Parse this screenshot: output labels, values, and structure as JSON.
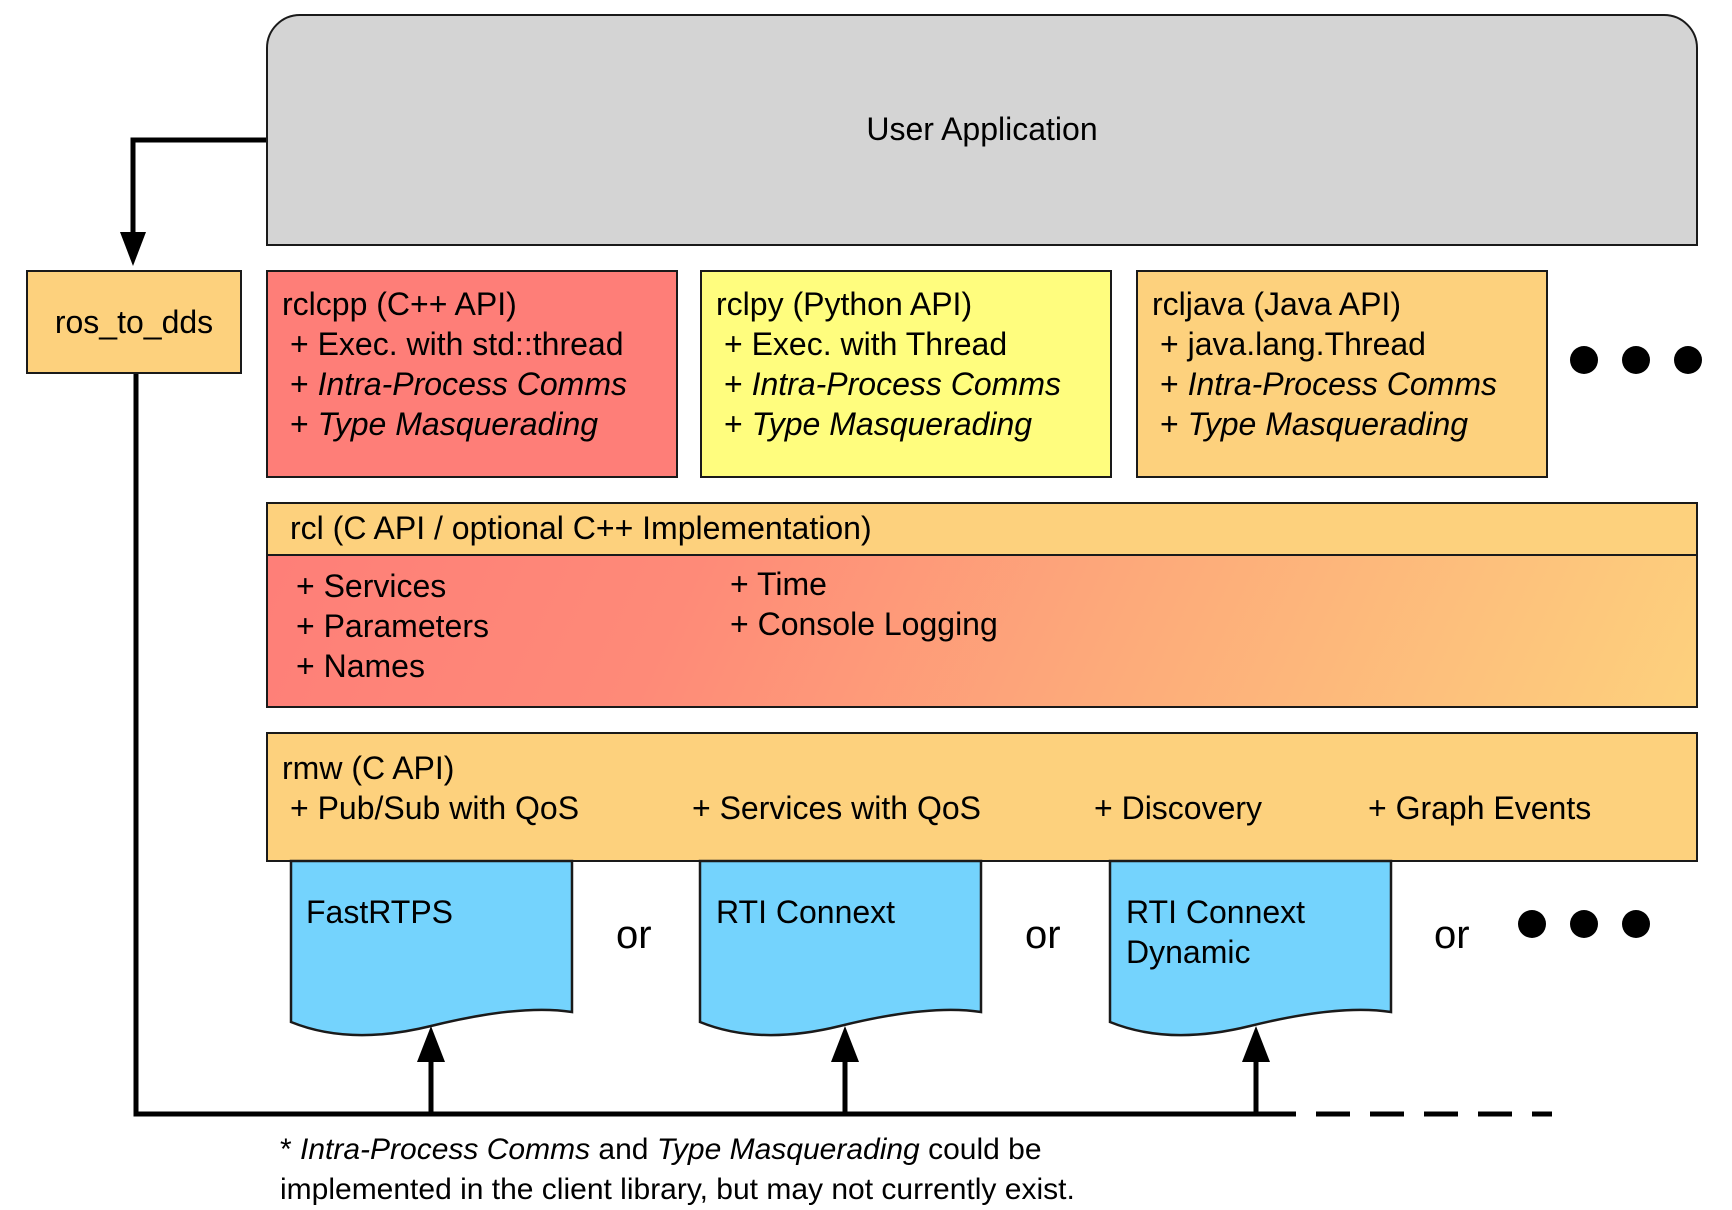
{
  "user_application": {
    "label": "User Application"
  },
  "ros_to_dds": {
    "label": "ros_to_dds"
  },
  "clients": [
    {
      "title": "rclcpp (C++ API)",
      "items": [
        "+ Exec. with std::thread"
      ],
      "italic_items": [
        "Intra-Process Comms",
        "Type Masquerading"
      ]
    },
    {
      "title": "rclpy (Python API)",
      "items": [
        "+ Exec. with Thread"
      ],
      "italic_items": [
        "Intra-Process Comms",
        "Type Masquerading"
      ]
    },
    {
      "title": "rcljava (Java API)",
      "items": [
        "+ java.lang.Thread"
      ],
      "italic_items": [
        "Intra-Process Comms",
        "Type Masquerading"
      ]
    }
  ],
  "rcl": {
    "title": "rcl (C API / optional C++ Implementation)",
    "col1": [
      "+ Services",
      "+ Parameters",
      "+ Names"
    ],
    "col2": [
      "+ Time",
      "+ Console Logging"
    ]
  },
  "rmw": {
    "title": "rmw (C API)",
    "items": [
      "+ Pub/Sub with QoS",
      "+ Services with QoS",
      "+ Discovery",
      "+ Graph Events"
    ]
  },
  "implementations": [
    {
      "lines": [
        "FastRTPS"
      ]
    },
    {
      "lines": [
        "RTI Connext"
      ]
    },
    {
      "lines": [
        "RTI Connext",
        "Dynamic"
      ]
    }
  ],
  "separator": "or",
  "plus": "+",
  "footnote": {
    "lead": "* ",
    "italic_1": "Intra-Process Comms",
    "mid": " and ",
    "italic_2": "Type Masquerading",
    "tail": " could be",
    "line2": "implemented in the client library, but may not currently exist."
  },
  "colors": {
    "user_app": "#d4d4d4",
    "orange": "#fdd17d",
    "red": "#fe7e78",
    "yellow": "#fffd7e",
    "blue": "#74d3fd"
  }
}
